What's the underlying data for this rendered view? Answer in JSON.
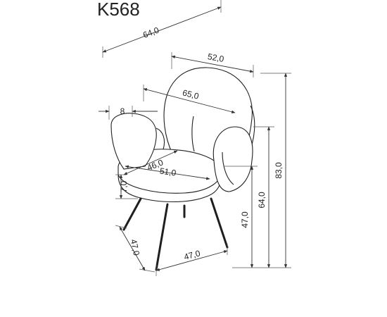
{
  "model": "K568",
  "dimensions": {
    "overall_depth": "64,0",
    "back_width": "52,0",
    "inner_width": "65,0",
    "armrest_width": "8",
    "seat_depth": "46,0",
    "seat_width": "51,0",
    "seat_thickness": "7,0",
    "base_depth": "47,0",
    "base_width": "47,0",
    "seat_height": "47,0",
    "armrest_height": "64,0",
    "total_height": "83,0"
  }
}
